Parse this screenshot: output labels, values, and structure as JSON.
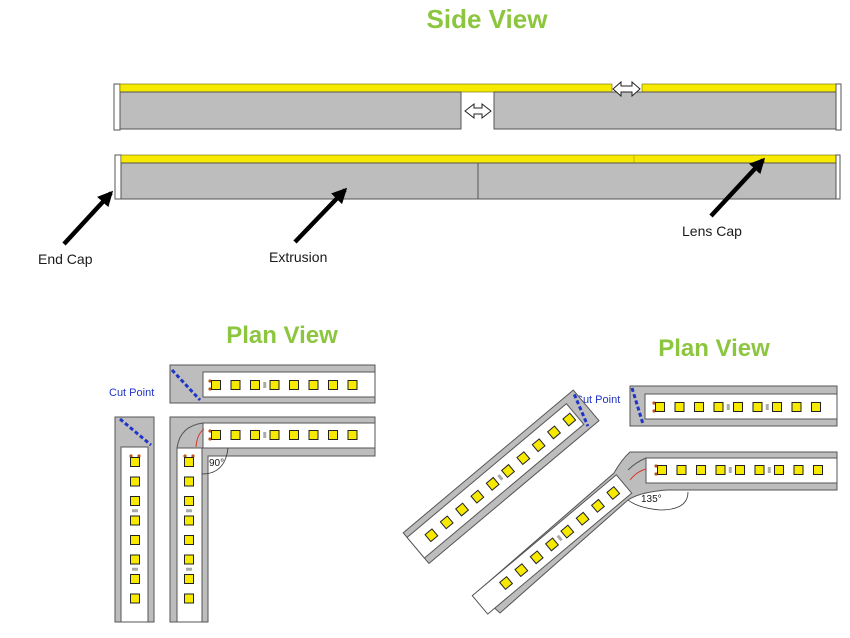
{
  "side_view": {
    "title": "Side View",
    "labels": {
      "end_cap": "End Cap",
      "extrusion": "Extrusion",
      "lens_cap": "Lens Cap"
    }
  },
  "plan_view_90": {
    "title": "Plan View",
    "cut_point": "Cut Point",
    "angle": "90°"
  },
  "plan_view_135": {
    "title": "Plan View",
    "cut_point": "Cut Point",
    "angle": "135°"
  },
  "colors": {
    "title_green": "#8cc63f",
    "lens_yellow": "#f7ea00",
    "extrusion_gray": "#bdbdbd",
    "cut_line_blue": "#1f35c8",
    "led_yellow": "#f7ea00"
  }
}
